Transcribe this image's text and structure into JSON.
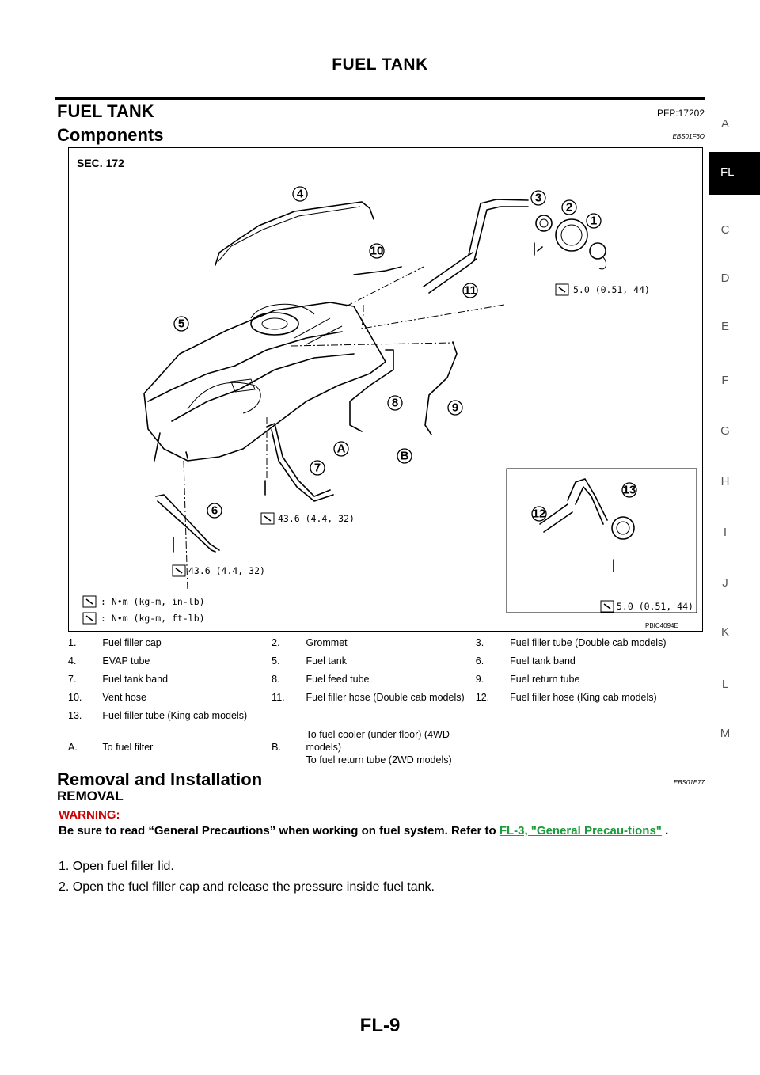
{
  "header": {
    "title": "FUEL TANK"
  },
  "section": {
    "title": "FUEL TANK",
    "code": "PFP:17202"
  },
  "components": {
    "heading": "Components",
    "code": "EBS01F6O"
  },
  "diagram": {
    "sec": "SEC. 172",
    "figure_code": "PBIC4094E",
    "callouts": [
      "1",
      "2",
      "3",
      "4",
      "5",
      "6",
      "7",
      "8",
      "9",
      "10",
      "11",
      "12",
      "13",
      "A",
      "B"
    ],
    "torques": {
      "t1": "5.0 (0.51, 44)",
      "t2": "43.6 (4.4, 32)",
      "t3": "43.6 (4.4, 32)",
      "t4": "5.0 (0.51, 44)"
    },
    "legend": {
      "in_lb": ": N•m (kg-m, in-lb)",
      "ft_lb": ": N•m (kg-m, ft-lb)"
    }
  },
  "parts": [
    [
      {
        "n": "1.",
        "t": "Fuel filler cap"
      },
      {
        "n": "2.",
        "t": "Grommet"
      },
      {
        "n": "3.",
        "t": "Fuel filler tube (Double cab models)"
      }
    ],
    [
      {
        "n": "4.",
        "t": "EVAP tube"
      },
      {
        "n": "5.",
        "t": "Fuel tank"
      },
      {
        "n": "6.",
        "t": "Fuel tank band"
      }
    ],
    [
      {
        "n": "7.",
        "t": "Fuel tank band"
      },
      {
        "n": "8.",
        "t": "Fuel feed tube"
      },
      {
        "n": "9.",
        "t": "Fuel return tube"
      }
    ],
    [
      {
        "n": "10.",
        "t": "Vent hose"
      },
      {
        "n": "11.",
        "t": "Fuel filler hose (Double cab models)"
      },
      {
        "n": "12.",
        "t": "Fuel filler hose (King cab models)"
      }
    ],
    [
      {
        "n": "13.",
        "t": "Fuel filler tube (King cab models)"
      },
      {
        "n": "",
        "t": ""
      },
      {
        "n": "",
        "t": ""
      }
    ]
  ],
  "parts_last": {
    "a_num": "A.",
    "a_text": "To fuel filter",
    "b_num": "B.",
    "b_text1": "To fuel cooler (under floor) (4WD",
    "b_text2": "models)",
    "b_text3": "To fuel return tube (2WD models)"
  },
  "sidebar": {
    "letters": [
      "A",
      "C",
      "D",
      "E",
      "F",
      "G",
      "H",
      "I",
      "J",
      "K",
      "L",
      "M"
    ],
    "active": "FL"
  },
  "removal": {
    "heading": "Removal and Installation",
    "code": "EBS01E77",
    "sub": "REMOVAL",
    "warning_title": "WARNING:",
    "warning_text": "Be sure to read “General Precautions” when working on fuel system. Refer to ",
    "warning_link": "FL-3, \"General Precau-tions\"",
    "warning_end": " .",
    "steps": [
      "1.  Open fuel filler lid.",
      "2.  Open the fuel filler cap and release the pressure inside fuel tank."
    ]
  },
  "footer": {
    "page": "FL-9"
  }
}
